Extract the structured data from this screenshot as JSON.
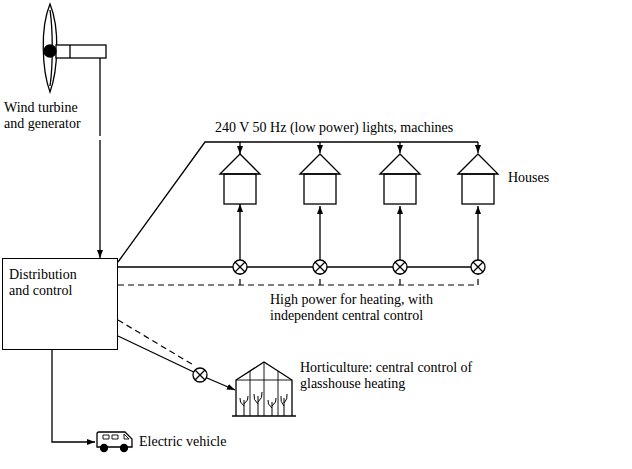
{
  "diagram": {
    "nodes": [
      {
        "text": [
          "Wind turbine and generator"
        ]
      },
      {
        "text": [
          "Distribution and control"
        ]
      },
      {
        "text": [
          "Houses"
        ]
      },
      {
        "text": [
          "Horticulture: central control of glasshouse heating"
        ]
      },
      {
        "text": [
          "Electric vehicle"
        ]
      }
    ],
    "edges": [
      {
        "from": 0,
        "to": 1,
        "arrow": "to"
      },
      {
        "from": 1,
        "to": 2,
        "label": "240 V 50 Hz (low power) lights, machines",
        "arrow": "to"
      },
      {
        "from": 1,
        "to": 2,
        "label": "High power for heating, with independent central control",
        "arrow": "to"
      },
      {
        "from": 1,
        "to": 3,
        "arrow": "to"
      },
      {
        "from": 1,
        "to": 4,
        "arrow": "to"
      }
    ]
  }
}
